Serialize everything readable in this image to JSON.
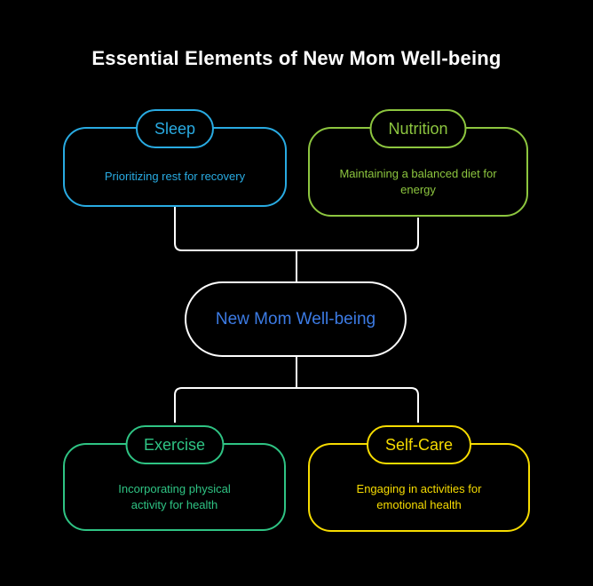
{
  "title": "Essential Elements of New Mom Well-being",
  "colors": {
    "background": "#000000",
    "title": "#FFFFFF",
    "connector": "#FFFFFF"
  },
  "center": {
    "id": "new-mom-well-being",
    "label": "New Mom Well-being",
    "text_color": "#3C7BE4",
    "border_color": "#FFFFFF"
  },
  "nodes": [
    {
      "id": "sleep",
      "label": "Sleep",
      "description": "Prioritizing rest for recovery",
      "color": "#29ABE2"
    },
    {
      "id": "nutrition",
      "label": "Nutrition",
      "description": "Maintaining a balanced diet for energy",
      "color": "#8DC63F"
    },
    {
      "id": "exercise",
      "label": "Exercise",
      "description": "Incorporating physical activity for health",
      "color": "#2FC484"
    },
    {
      "id": "self-care",
      "label": "Self-Care",
      "description": "Engaging in activities for emotional health",
      "color": "#F7DC00"
    }
  ],
  "edges": [
    {
      "from": "sleep",
      "to": "new-mom-well-being"
    },
    {
      "from": "nutrition",
      "to": "new-mom-well-being"
    },
    {
      "from": "new-mom-well-being",
      "to": "exercise"
    },
    {
      "from": "new-mom-well-being",
      "to": "self-care"
    }
  ]
}
